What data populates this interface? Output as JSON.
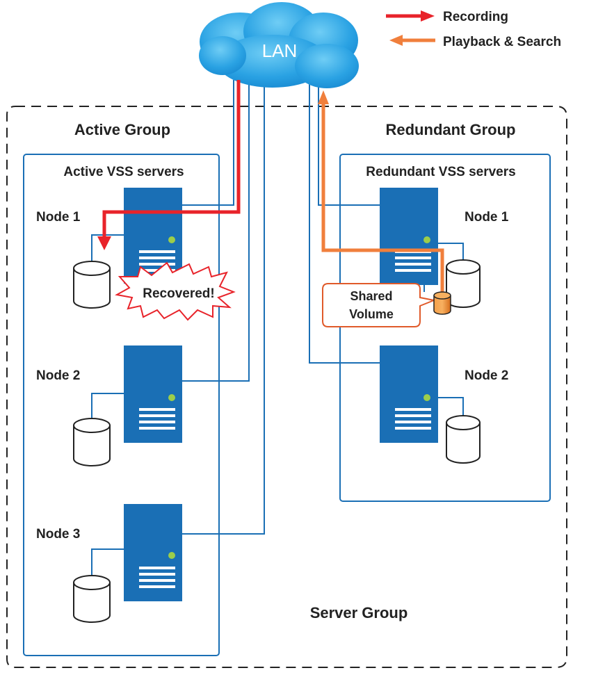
{
  "legend": {
    "recording": "Recording",
    "playback": "Playback & Search",
    "recording_color": "#e8232a",
    "playback_color": "#f07f3c"
  },
  "cloud": {
    "label": "LAN"
  },
  "active_group": {
    "title": "Active Group",
    "box_title": "Active VSS servers",
    "nodes": [
      "Node 1",
      "Node 2",
      "Node 3"
    ],
    "callout": "Recovered!"
  },
  "redundant_group": {
    "title": "Redundant Group",
    "box_title": "Redundant VSS servers",
    "nodes": [
      "Node 1",
      "Node 2"
    ],
    "shared_volume": [
      "Shared",
      "Volume"
    ]
  },
  "server_group": {
    "label": "Server Group"
  },
  "colors": {
    "server": "#1a6fb5",
    "line": "#1a6fb5",
    "cloud_light": "#3fb2ea",
    "cloud_dark": "#1d8fd6",
    "led": "#9ccd4a"
  }
}
